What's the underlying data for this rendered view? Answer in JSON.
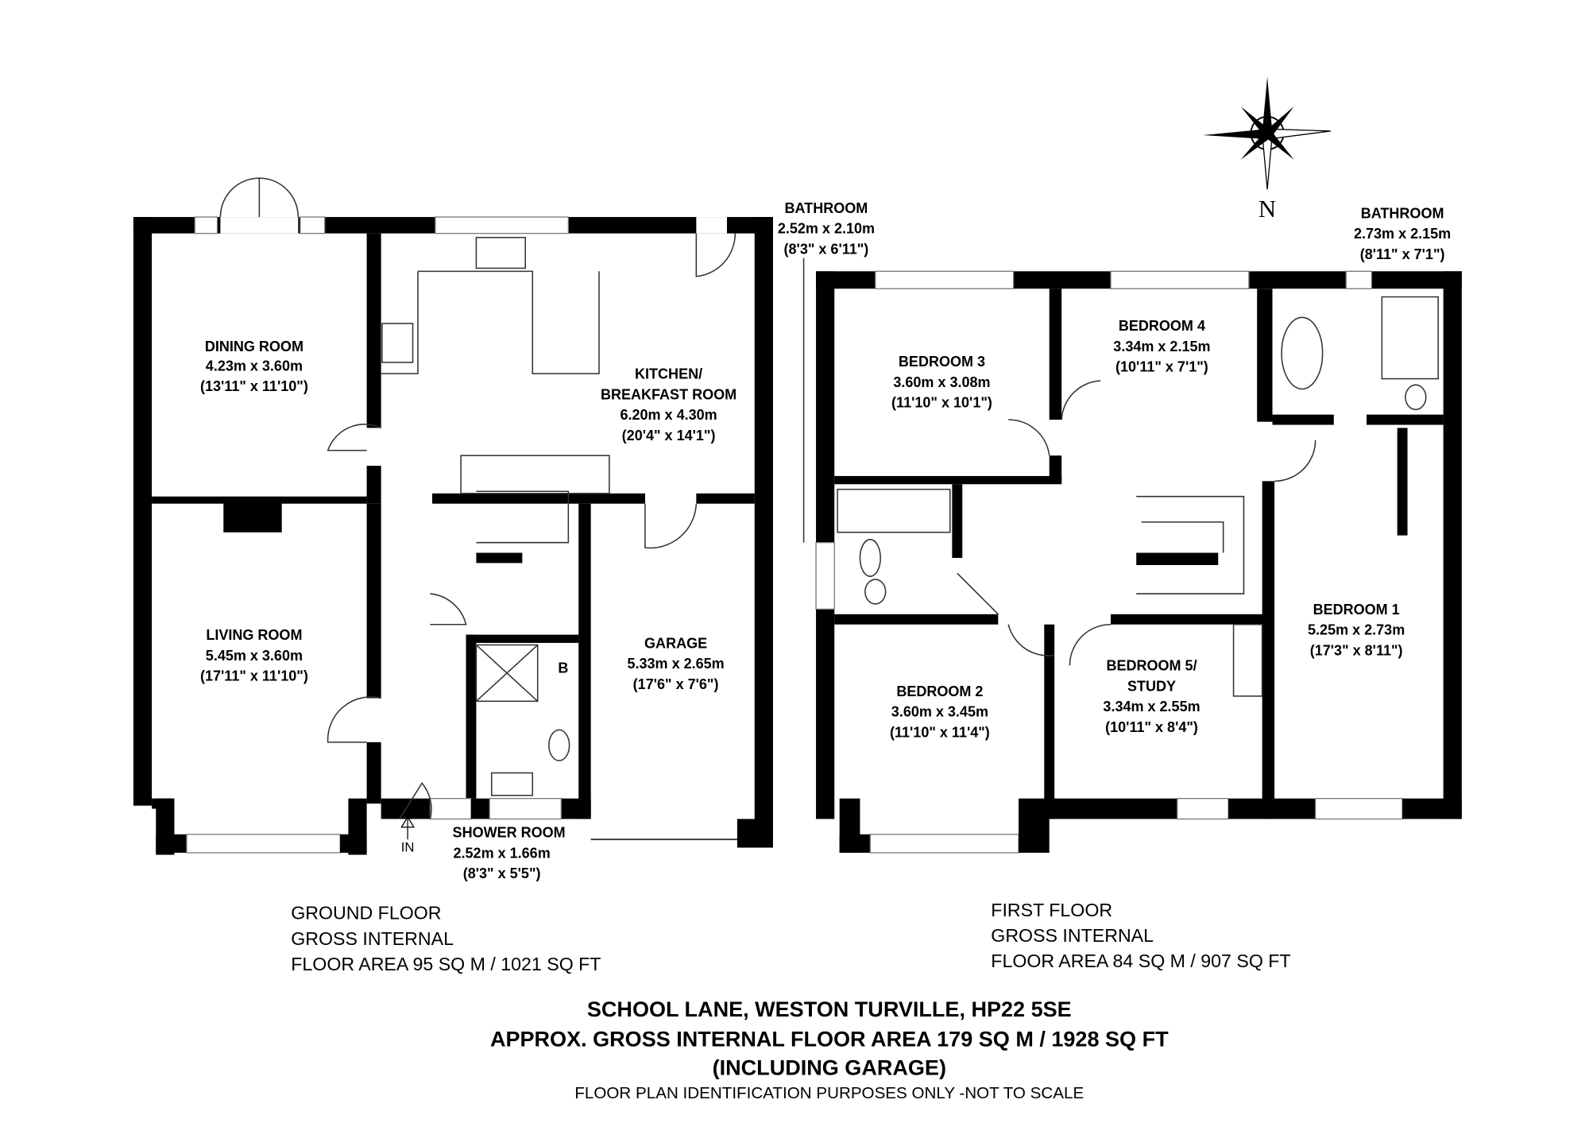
{
  "ground_floor": {
    "rooms": [
      {
        "name": "DINING ROOM",
        "metric": "4.23m x 3.60m",
        "imperial": "(13'11\" x 11'10\")"
      },
      {
        "name": "KITCHEN/",
        "name2": "BREAKFAST ROOM",
        "metric": "6.20m x 4.30m",
        "imperial": "(20'4\" x 14'1\")"
      },
      {
        "name": "LIVING ROOM",
        "metric": "5.45m x 3.60m",
        "imperial": "(17'11\" x 11'10\")"
      },
      {
        "name": "GARAGE",
        "metric": "5.33m x 2.65m",
        "imperial": "(17'6\" x 7'6\")"
      },
      {
        "name": "SHOWER ROOM",
        "metric": "2.52m x 1.66m",
        "imperial": "(8'3\" x 5'5\")"
      }
    ],
    "boiler_label": "B",
    "entrance_label": "IN",
    "area": [
      "GROUND FLOOR",
      "GROSS INTERNAL",
      "FLOOR AREA 95 SQ M / 1021 SQ FT"
    ]
  },
  "first_floor": {
    "rooms": [
      {
        "name": "BATHROOM",
        "metric": "2.52m x 2.10m",
        "imperial": "(8'3\" x 6'11\")"
      },
      {
        "name": "BEDROOM 3",
        "metric": "3.60m x 3.08m",
        "imperial": "(11'10\" x 10'1\")"
      },
      {
        "name": "BEDROOM 4",
        "metric": "3.34m x 2.15m",
        "imperial": "(10'11\" x 7'1\")"
      },
      {
        "name": "BATHROOM",
        "metric": "2.73m x 2.15m",
        "imperial": "(8'11\" x 7'1\")"
      },
      {
        "name": "BEDROOM 1",
        "metric": "5.25m x 2.73m",
        "imperial": "(17'3\" x 8'11\")"
      },
      {
        "name": "BEDROOM 2",
        "metric": "3.60m x 3.45m",
        "imperial": "(11'10\" x 11'4\")"
      },
      {
        "name": "BEDROOM 5/",
        "name2": "STUDY",
        "metric": "3.34m x 2.55m",
        "imperial": "(10'11\" x 8'4\")"
      }
    ],
    "area": [
      "FIRST FLOOR",
      "GROSS INTERNAL",
      "FLOOR AREA 84 SQ M / 907 SQ FT"
    ]
  },
  "compass": {
    "label": "N",
    "icon": "compass-rose-icon"
  },
  "footer": {
    "address": "SCHOOL LANE, WESTON TURVILLE, HP22 5SE",
    "total_area": "APPROX. GROSS INTERNAL FLOOR AREA 179 SQ M / 1928 SQ FT",
    "including": "(INCLUDING GARAGE)",
    "disclaimer": "FLOOR PLAN IDENTIFICATION PURPOSES ONLY -NOT TO SCALE"
  }
}
